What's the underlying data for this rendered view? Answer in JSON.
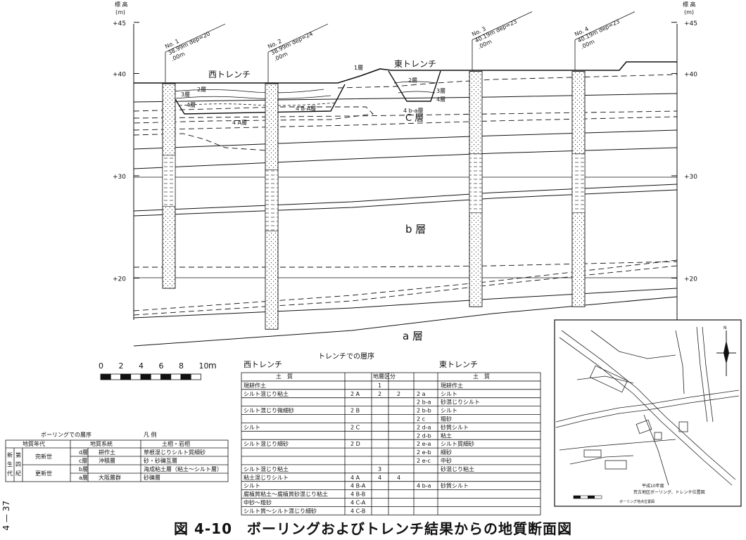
{
  "axis": {
    "unit_top": "標 高",
    "unit_bottom": "(m)",
    "ticks": [
      {
        "value": 45,
        "label": "+45"
      },
      {
        "value": 40,
        "label": "+40"
      },
      {
        "value": 30,
        "label": "+30"
      },
      {
        "value": 20,
        "label": "+20"
      }
    ]
  },
  "boreholes": [
    {
      "name": "No. 1",
      "line1": "38.99m",
      "line2": ".00m",
      "dep": "dep=20",
      "top": 39.0,
      "bottom": 19.0
    },
    {
      "name": "No. 2",
      "line1": "38.99m",
      "line2": ".00m",
      "dep": "dep=24",
      "top": 39.0,
      "bottom": 15.0
    },
    {
      "name": "No. 3",
      "line1": "40.19m",
      "line2": ".00m",
      "dep": "dep=23",
      "top": 40.2,
      "bottom": 17.2
    },
    {
      "name": "No. 4",
      "line1": "40.19m",
      "line2": ".00m",
      "dep": "dep=23",
      "top": 40.2,
      "bottom": 17.2
    }
  ],
  "section_labels": {
    "west_trench": "西トレンチ",
    "east_trench": "東トレンチ",
    "layer1": "1層",
    "layer2_w": "2層",
    "layer3_w": "3層",
    "layer4_w": "4層",
    "layer4ba": "4 B-A層",
    "layer4a": "4 A層",
    "layer2_e": "2層",
    "layer3_e": "3層",
    "layer4_e": "4層",
    "layer4ba_e": "4 b-a層",
    "c_layer": "C 層",
    "b_layer": "b 層",
    "a_layer": "a 層"
  },
  "scale": {
    "ticks": [
      "0",
      "2",
      "4",
      "6",
      "8",
      "10"
    ],
    "unit": "m"
  },
  "legend": {
    "title": "ボーリングでの層序",
    "subtitle": "凡 例",
    "headers": [
      "地質年代",
      "地質系統",
      "土相・岩相"
    ],
    "era": "新生代",
    "period": "第四紀",
    "epochs": [
      "完新世",
      "更新世"
    ],
    "rows": [
      {
        "code": "d層",
        "system": "耕作土",
        "lith": "草根混じりシルト質細砂"
      },
      {
        "code": "c層",
        "system": "沖積層",
        "lith": "砂・砂礫互層"
      },
      {
        "code": "b層",
        "system": "",
        "lith": "海成粘土層（粘土～シルト層）"
      },
      {
        "code": "a層",
        "system": "大阪層群",
        "lith": "砂礫層"
      }
    ]
  },
  "trench_table": {
    "title": "トレンチでの層序",
    "west_label": "西トレンチ",
    "east_label": "東トレンチ",
    "header_left": "土　質",
    "header_mid": "地層区分",
    "header_right": "土　質",
    "rows": [
      {
        "left": "現耕作土",
        "lc": "",
        "c1": "1",
        "c2": "",
        "rc": "",
        "right": "現耕作土"
      },
      {
        "left": "シルト混じり粘土",
        "lc": "2 A",
        "c1": "2",
        "c2": "2",
        "rc": "2 a",
        "right": "シルト"
      },
      {
        "left": "",
        "lc": "",
        "c1": "",
        "c2": "",
        "rc": "2 b-a",
        "right": "砂混じりシルト"
      },
      {
        "left": "シルト混じり微細砂",
        "lc": "2 B",
        "c1": "",
        "c2": "",
        "rc": "2 b-b",
        "right": "シルト"
      },
      {
        "left": "",
        "lc": "",
        "c1": "",
        "c2": "",
        "rc": "2 c",
        "right": "粗砂"
      },
      {
        "left": "シルト",
        "lc": "2 C",
        "c1": "",
        "c2": "",
        "rc": "2 d-a",
        "right": "砂質シルト"
      },
      {
        "left": "",
        "lc": "",
        "c1": "",
        "c2": "",
        "rc": "2 d-b",
        "right": "粘土"
      },
      {
        "left": "シルト混じり細砂",
        "lc": "2 D",
        "c1": "",
        "c2": "",
        "rc": "2 e-a",
        "right": "シルト質細砂"
      },
      {
        "left": "",
        "lc": "",
        "c1": "",
        "c2": "",
        "rc": "2 e-b",
        "right": "細砂"
      },
      {
        "left": "",
        "lc": "",
        "c1": "",
        "c2": "",
        "rc": "2 e-c",
        "right": "中砂"
      },
      {
        "left": "シルト混じり粘土",
        "lc": "",
        "c1": "3",
        "c2": "",
        "rc": "",
        "right": "砂混じり粘土"
      },
      {
        "left": "粘土混じりシルト",
        "lc": "4 A",
        "c1": "4",
        "c2": "4",
        "rc": "",
        "right": ""
      },
      {
        "left": "シルト",
        "lc": "4 B-A",
        "c1": "",
        "c2": "",
        "rc": "4 b-a",
        "right": "砂質シルト"
      },
      {
        "left": "腐植質粘土～腐植質砂混じり粘土",
        "lc": "4 B-B",
        "c1": "",
        "c2": "",
        "rc": "",
        "right": ""
      },
      {
        "left": "中砂～粗砂",
        "lc": "4 C-A",
        "c1": "",
        "c2": "",
        "rc": "",
        "right": ""
      },
      {
        "left": "シルト質～シルト混じり細砂",
        "lc": "4 C-B",
        "c1": "",
        "c2": "",
        "rc": "",
        "right": ""
      }
    ]
  },
  "map": {
    "caption1": "平成10年度",
    "caption2": "荒古地区ボーリング、トレンチ位置図",
    "note": "ボーリング地点位置図"
  },
  "caption": "図 4-10　ボーリングおよびトレンチ結果からの地質断面図",
  "page_number": "4 — 37"
}
